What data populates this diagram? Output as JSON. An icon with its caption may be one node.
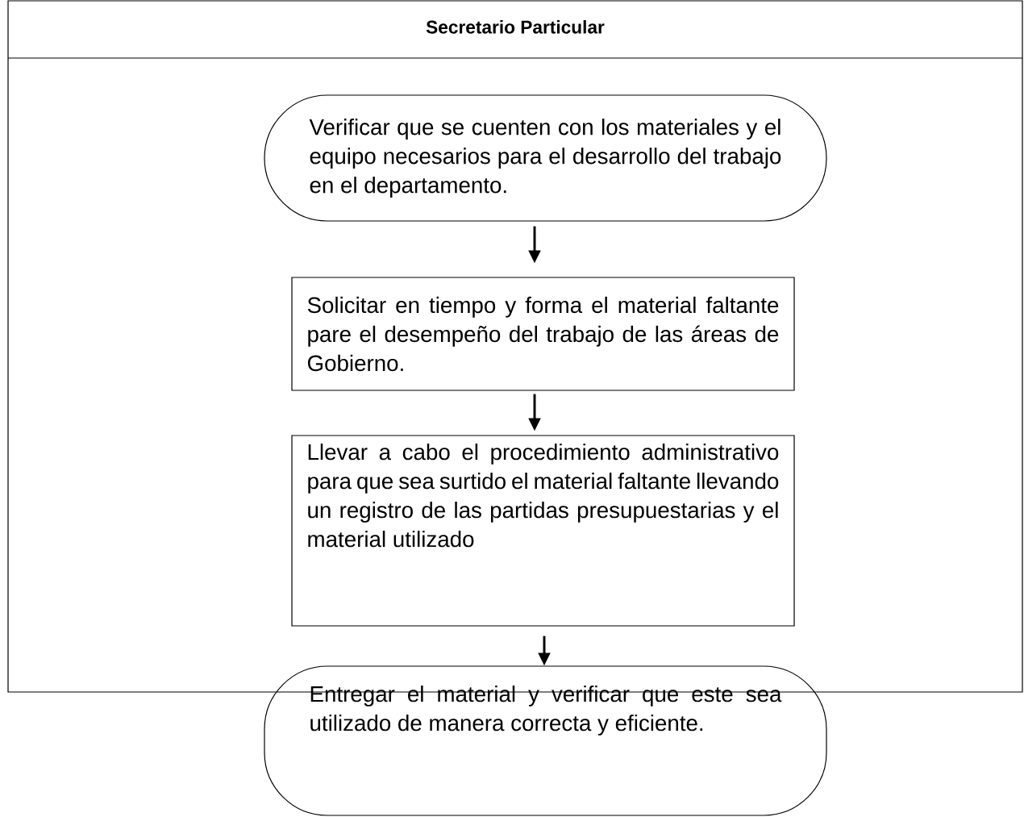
{
  "diagram": {
    "nodes": [
      {
        "text": [
          "Secretario Particular"
        ]
      },
      {
        "text": [
          "Verificar que se cuenten con los materiales y el equipo necesarios para el desarrollo del trabajo en el departamento."
        ],
        "in": 0
      },
      {
        "text": [
          "Solicitar en tiempo y forma el material faltante pare el desempeño del trabajo de las áreas de  Gobierno."
        ],
        "in": 0
      },
      {
        "text": [
          "Llevar a cabo el procedimiento administrativo para que sea surtido el material faltante llevando un registro de las partidas presupuestarias y el material utilizado"
        ],
        "in": 0
      },
      {
        "text": [
          "Entregar el material y verificar que este sea utilizado de manera correcta y eficiente."
        ]
      }
    ],
    "edges": [
      {
        "from": 1,
        "to": 2,
        "arrow": "to"
      },
      {
        "from": 2,
        "to": 3,
        "arrow": "to"
      },
      {
        "from": 3,
        "to": 4,
        "arrow": "to"
      }
    ]
  }
}
